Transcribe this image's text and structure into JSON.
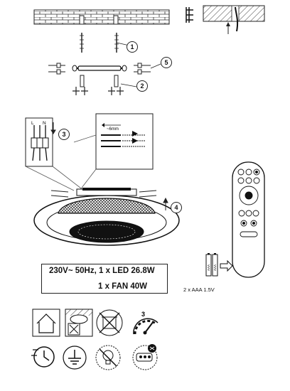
{
  "callouts": [
    "1",
    "2",
    "3",
    "4",
    "5"
  ],
  "wire_labels": [
    "L",
    "N"
  ],
  "strip_length": "~6mm",
  "spec": {
    "line1": "230V~ 50Hz, 1 x LED 26.8W",
    "line2": "1 x FAN 40W"
  },
  "battery_label": "2 x AAA 1.5V",
  "battery_cell_label": "AAA",
  "icons": {
    "row1": [
      "indoor-use-house-icon",
      "no-mount-on-flammable-surface-icon",
      "do-not-dispose-household-waste-icon",
      "three-speed-fan-icon"
    ],
    "row2": [
      "timer-icon",
      "earth-ground-icon",
      "not-dimmable-icon",
      "remote-control-icon"
    ]
  },
  "speed_icon_label": "3"
}
